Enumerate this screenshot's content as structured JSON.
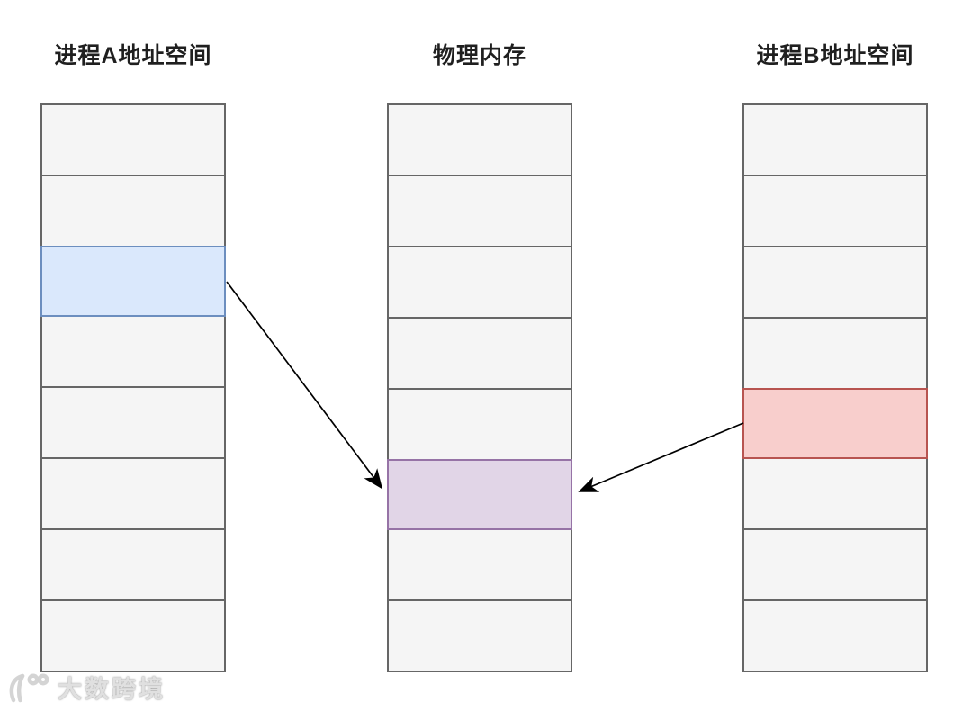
{
  "diagram": {
    "titles": {
      "process_a": "进程A地址空间",
      "physical_memory": "物理内存",
      "process_b": "进程B地址空间"
    },
    "columns": [
      {
        "id": "process-a-column",
        "title": "进程A地址空间",
        "rows": 8,
        "highlight_row": 2,
        "highlight_color": "blue"
      },
      {
        "id": "physical-memory-column",
        "title": "物理内存",
        "rows": 8,
        "highlight_row": 5,
        "highlight_color": "purple"
      },
      {
        "id": "process-b-column",
        "title": "进程B地址空间",
        "rows": 8,
        "highlight_row": 4,
        "highlight_color": "red"
      }
    ],
    "colors": {
      "cell_fill": "#f5f5f5",
      "cell_border": "#666666",
      "blue_fill": "#dae8fc",
      "blue_border": "#6c8ebf",
      "purple_fill": "#e1d5e7",
      "purple_border": "#9673a6",
      "red_fill": "#f8cecc",
      "red_border": "#b85450",
      "arrow": "#000000"
    },
    "mappings": [
      {
        "from": "process-a-shared-page",
        "to": "physical-shared-frame"
      },
      {
        "from": "process-b-shared-page",
        "to": "physical-shared-frame"
      }
    ]
  },
  "watermark": {
    "logo_icon": "100-logo-icon",
    "text": "大数跨境"
  }
}
